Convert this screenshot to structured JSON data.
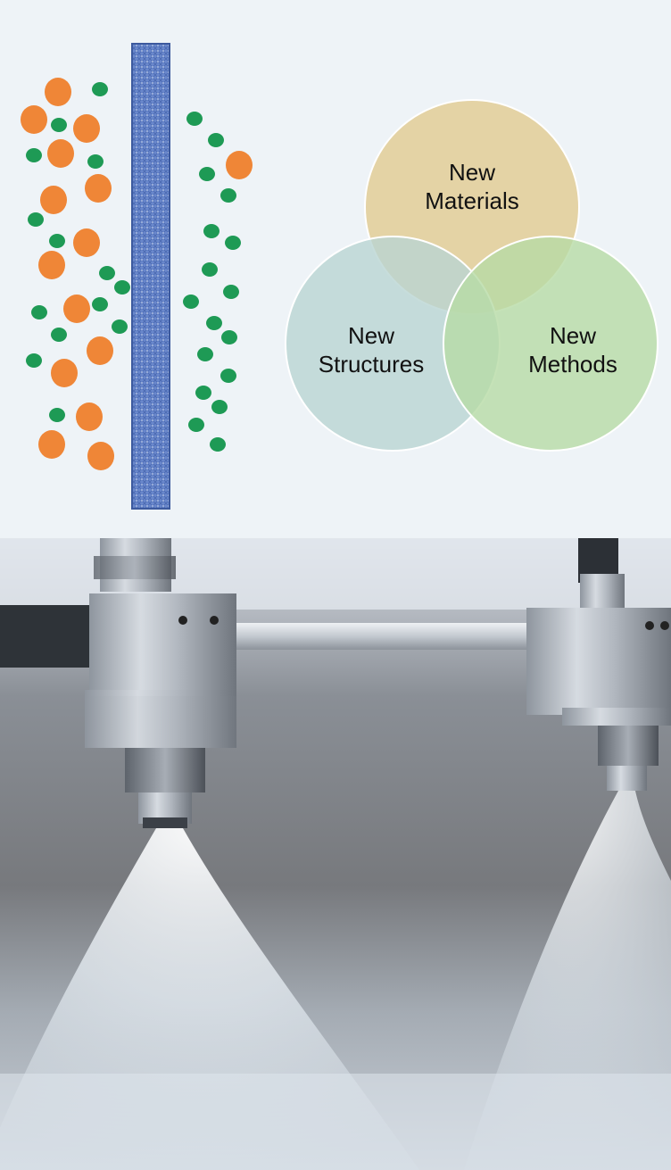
{
  "venn": {
    "circles": [
      {
        "id": "materials",
        "line1": "New",
        "line2": "Materials",
        "color": "#e2cc97"
      },
      {
        "id": "structures",
        "line1": "New",
        "line2": "Structures",
        "color": "#b9d4d2"
      },
      {
        "id": "methods",
        "line1": "New",
        "line2": "Methods",
        "color": "#b7dba5"
      }
    ]
  },
  "membrane": {
    "color": "#5b79c2",
    "border": "#3d5a9e"
  },
  "particles": {
    "large_color": "#ef8637",
    "small_color": "#1e9a55"
  }
}
